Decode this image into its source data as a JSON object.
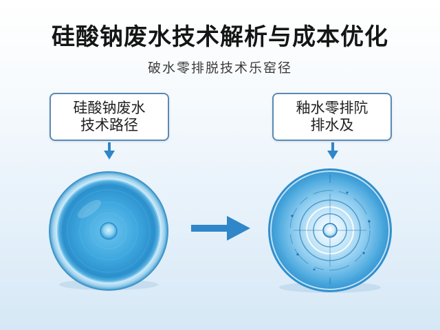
{
  "header": {
    "title": "硅酸钠废水技术解析与成本优化",
    "subtitle": "破水零排脱技术乐窑径"
  },
  "left_panel": {
    "label_line1": "硅酸钠废水",
    "label_line2": "技术路径"
  },
  "right_panel": {
    "label_line1": "釉水零排阬",
    "label_line2": "排水及"
  },
  "colors": {
    "box_border": "#5a89b4",
    "arrow_blue": "#2f86c8",
    "water_blue": "#38a3dc"
  },
  "icons": {
    "down_arrow": "arrow-down-icon",
    "flow_arrow": "arrow-right-icon",
    "left_dish": "water-dish-icon",
    "right_dish": "treated-water-dish-icon"
  }
}
